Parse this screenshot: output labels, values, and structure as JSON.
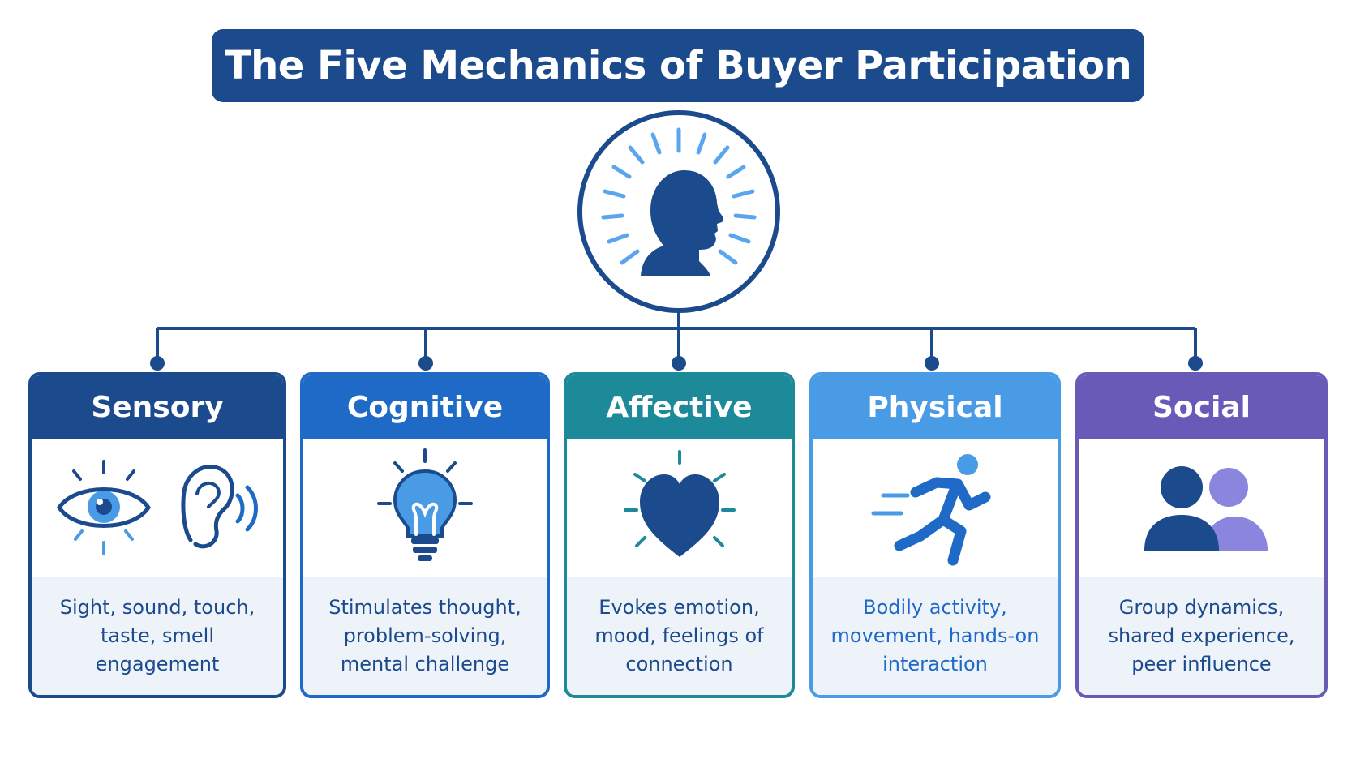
{
  "title": "The Five Mechanics of Buyer Participation",
  "hub": {
    "icon": "head-profile-radiating-icon"
  },
  "cards": [
    {
      "heading": "Sensory",
      "description": "Sight, sound, touch,\ntaste, smell\nengagement",
      "icons": [
        "eye-icon",
        "ear-icon"
      ],
      "accent": "#1b4a8d",
      "text_color": "#1b4a8d"
    },
    {
      "heading": "Cognitive",
      "description": "Stimulates thought,\nproblem-solving,\nmental challenge",
      "icons": [
        "lightbulb-icon"
      ],
      "accent": "#1e6ac6",
      "text_color": "#1b4a8d"
    },
    {
      "heading": "Affective",
      "description": "Evokes emotion,\nmood, feelings of\nconnection",
      "icons": [
        "heart-icon"
      ],
      "accent": "#1d8a9a",
      "text_color": "#1b4a8d"
    },
    {
      "heading": "Physical",
      "description": "Bodily activity,\nmovement, hands-on\ninteraction",
      "icons": [
        "running-person-icon"
      ],
      "accent": "#4a9be6",
      "text_color": "#1e6ac6"
    },
    {
      "heading": "Social",
      "description": "Group dynamics,\nshared experience,\npeer influence",
      "icons": [
        "people-group-icon"
      ],
      "accent": "#6a5ab8",
      "text_color": "#1b4a8d"
    }
  ]
}
